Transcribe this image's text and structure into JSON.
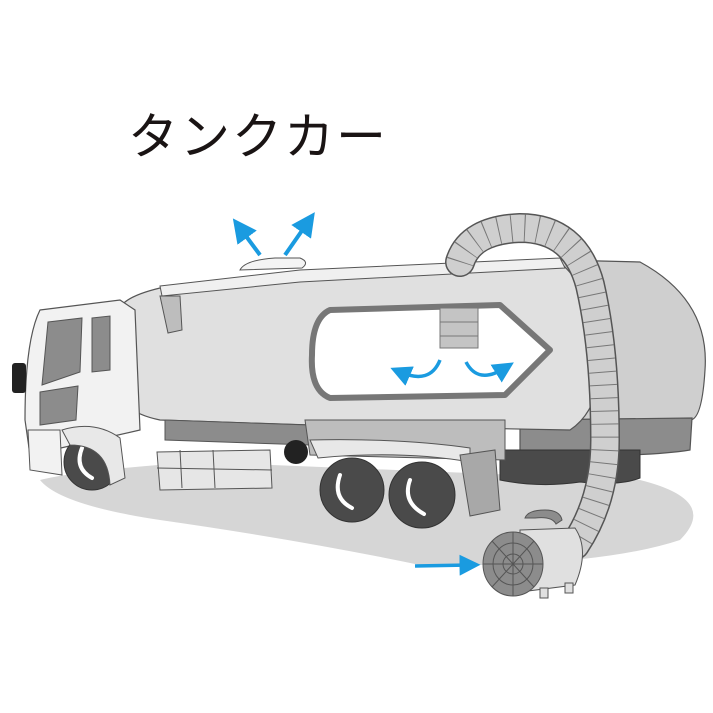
{
  "title": "タンクカー",
  "colors": {
    "background": "#ffffff",
    "arrow": "#1a9be0",
    "outline": "#555555",
    "body_light": "#e0e0e0",
    "body_mid": "#cfcfcf",
    "body_dark": "#8c8c8c",
    "tire": "#4a4a4a",
    "shadow": "#d6d6d6",
    "title_text": "#1a1414"
  },
  "illustration": {
    "subject": "tank-truck",
    "elements": [
      "truck-cab",
      "tank-body",
      "tank-access-window",
      "flexible-duct-hose",
      "ventilation-fan",
      "rear-wheels",
      "front-wheel",
      "side-boxes",
      "ground-shadow"
    ],
    "arrows": [
      {
        "id": "exhaust-left",
        "meaning": "air-out"
      },
      {
        "id": "exhaust-right",
        "meaning": "air-out"
      },
      {
        "id": "circulate-left",
        "meaning": "air-circulation"
      },
      {
        "id": "circulate-right",
        "meaning": "air-circulation"
      },
      {
        "id": "intake",
        "meaning": "air-in"
      }
    ]
  }
}
